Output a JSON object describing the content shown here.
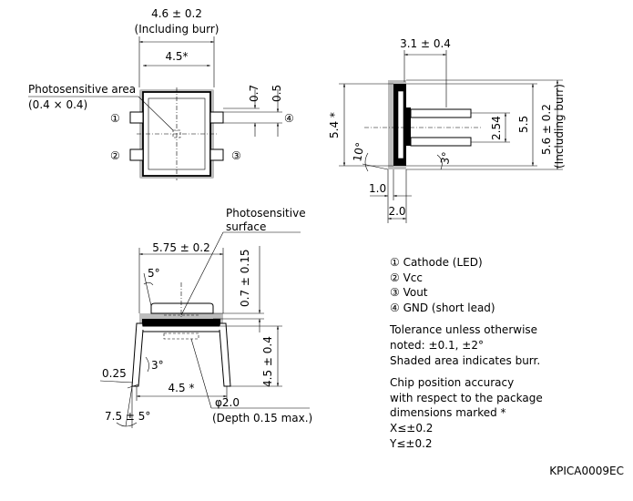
{
  "top_view": {
    "width_dim": "4.6 ± 0.2",
    "width_note": "(Including burr)",
    "inner_width": "4.5*",
    "area_label": "Photosensitive area",
    "area_size": "(0.4 × 0.4)",
    "lead_dim_a": "0.7",
    "lead_dim_b": "0.5",
    "pins": [
      "①",
      "②",
      "③",
      "④"
    ]
  },
  "side_view": {
    "top_dim": "3.1 ± 0.4",
    "height_dim": "5.4 *",
    "pitch_dim": "2.54",
    "inner_height": "5.5",
    "outer_height": "5.6 ± 0.2",
    "outer_note": "(Including burr)",
    "angle_a": "10°",
    "angle_b": "3°",
    "dim_a": "1.0",
    "dim_b": "2.0"
  },
  "front_view": {
    "surface_label_1": "Photosensitive",
    "surface_label_2": "surface",
    "width_dim": "5.75 ± 0.2",
    "angle_top": "5°",
    "height_dim_a": "0.7 ± 0.15",
    "height_dim_b": "4.5 ± 0.4",
    "lead_thickness": "0.25",
    "angle_lead": "3°",
    "lead_span": "4.5 *",
    "lead_angle": "7.5 ± 5°",
    "hole_dia": "φ2.0",
    "hole_depth": "(Depth 0.15 max.)"
  },
  "notes": {
    "pins": [
      "① Cathode (LED)",
      "② Vcc",
      "③ Vout",
      "④ GND (short lead)"
    ],
    "tolerance": [
      "Tolerance unless otherwise",
      "noted: ±0.1, ±2°",
      "Shaded area indicates burr."
    ],
    "accuracy": [
      "Chip position accuracy",
      "with respect to the package",
      "dimensions marked *",
      "X≤±0.2",
      "Y≤±0.2"
    ]
  },
  "drawing_code": "KPICA0009EC"
}
